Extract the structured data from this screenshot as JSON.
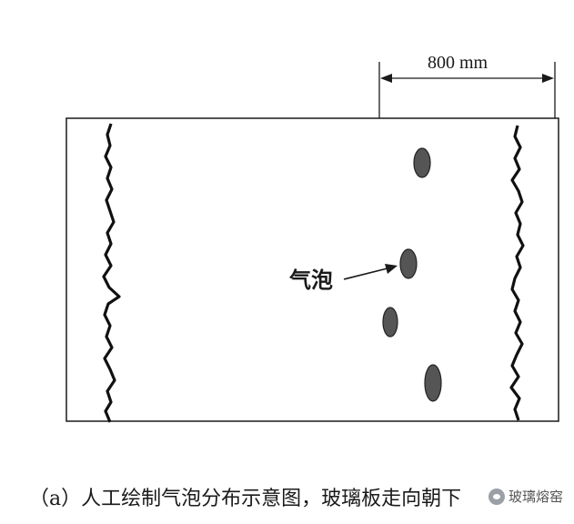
{
  "dimension": {
    "label": "800 mm"
  },
  "bubble_label": "气泡",
  "caption": "（a）人工绘制气泡分布示意图，玻璃板走向朝下",
  "watermark": {
    "text": "玻璃熔窑",
    "icon": "wechat-icon"
  },
  "colors": {
    "ink": "#1a1a1a",
    "bubble": "#555555"
  }
}
